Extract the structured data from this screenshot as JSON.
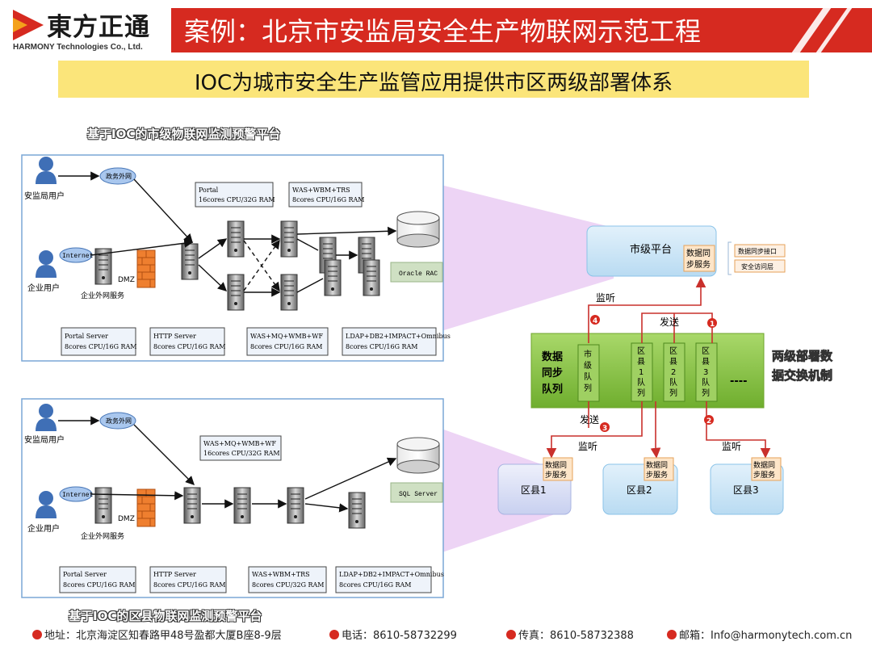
{
  "header": {
    "logo_cn": "東方正通",
    "logo_en": "HARMONY Technologies Co., Ltd.",
    "title": "案例：北京市安监局安全生产物联网示范工程",
    "subtitle": "IOC为城市安全生产监管应用提供市区两级部署体系"
  },
  "colors": {
    "brand_red": "#d62a20",
    "subtitle_bg": "#fbe57a",
    "green_queue": "#8cc63f",
    "panel_border": "#7aa7d6"
  },
  "city_panel": {
    "caption": "基于IOC的市级物联网监测预警平台",
    "user1": "安监局用户",
    "cloud1": "政务外网",
    "user2": "企业用户",
    "cloud2": "Internet",
    "dmz": "DMZ",
    "ext_service": "企业外网服务",
    "spec_portal_top": [
      "Portal",
      "16cores CPU/32G RAM"
    ],
    "spec_was_top": [
      "WAS+WBM+TRS",
      "8cores CPU/16G RAM"
    ],
    "db_label": "Oracle RAC",
    "specs_bottom": [
      [
        "Portal Server",
        "8cores CPU/16G RAM"
      ],
      [
        "HTTP Server",
        "8cores CPU/16G RAM"
      ],
      [
        "WAS+MQ+WMB+WF",
        "8cores CPU/16G RAM"
      ],
      [
        "LDAP+DB2+IMPACT+Omnibus",
        "8cores CPU/16G RAM"
      ]
    ]
  },
  "district_panel": {
    "caption": "基于IOC的区县物联网监测预警平台",
    "user1": "安监局用户",
    "cloud1": "政务外网",
    "user2": "企业用户",
    "cloud2": "Internet",
    "dmz": "DMZ",
    "ext_service": "企业外网服务",
    "spec_top": [
      "WAS+MQ+WMB+WF",
      "16cores CPU/32G RAM"
    ],
    "db_label": "SQL Server",
    "specs_bottom": [
      [
        "Portal Server",
        "8cores CPU/16G RAM"
      ],
      [
        "HTTP Server",
        "8cores CPU/16G RAM"
      ],
      [
        "WAS+WBM+TRS",
        "8cores CPU/32G RAM"
      ],
      [
        "LDAP+DB2+IMPACT+Omnibus",
        "8cores CPU/16G RAM"
      ]
    ]
  },
  "exchange": {
    "city_platform": "市级平台",
    "sync_service": [
      "数据同",
      "步服务"
    ],
    "side_items": [
      "数据同步接口",
      "安全访问层"
    ],
    "listen": "监听",
    "send": "发送",
    "queue_title": [
      "数据",
      "同步",
      "队列"
    ],
    "queues": [
      [
        "市",
        "级",
        "队",
        "列"
      ],
      [
        "区",
        "县",
        "1",
        "队",
        "列"
      ],
      [
        "区",
        "县",
        "2",
        "队",
        "列"
      ],
      [
        "区",
        "县",
        "3",
        "队",
        "列"
      ]
    ],
    "ellipsis": "----",
    "mechanism": [
      "两级部署数",
      "据交换机制"
    ],
    "badges": [
      "4",
      "1",
      "3",
      "2"
    ],
    "districts": [
      "区县1",
      "区县2",
      "区县3"
    ]
  },
  "footer": {
    "address": "地址：北京海淀区知春路甲48号盈都大厦B座8-9层",
    "phone": "电话：8610-58732299",
    "fax": "传真：8610-58732388",
    "email": "邮箱：Info@harmonytech.com.cn"
  }
}
